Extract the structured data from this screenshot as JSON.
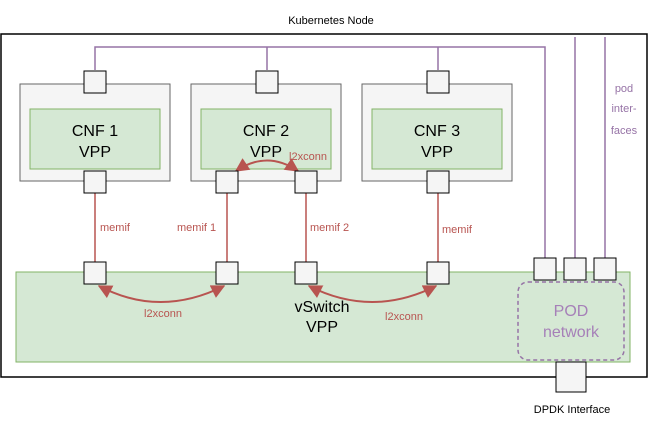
{
  "diagram": {
    "node_label": "Kubernetes Node",
    "dpdk_label": "DPDK Interface",
    "pod_interfaces_label": [
      "pod",
      "inter-",
      "faces"
    ],
    "cnfs": [
      {
        "line1": "CNF 1",
        "line2": "VPP"
      },
      {
        "line1": "CNF 2",
        "line2": "VPP"
      },
      {
        "line1": "CNF 3",
        "line2": "VPP"
      }
    ],
    "memif_labels": [
      "memif",
      "memif 1",
      "memif 2",
      "memif"
    ],
    "l2xconn_labels": [
      "l2xconn",
      "l2xconn",
      "l2xconn"
    ],
    "vswitch": {
      "line1": "vSwitch",
      "line2": "VPP"
    },
    "pod_network": {
      "line1": "POD",
      "line2": "network"
    },
    "colors": {
      "memif_line": "#b85450",
      "pod_line": "#9673a6",
      "green_fill": "#d5e8d4",
      "green_stroke": "#82b366",
      "cnf_outer_fill": "#f5f5f5",
      "cnf_outer_stroke": "#666666",
      "pod_text": "#a680b8"
    }
  }
}
